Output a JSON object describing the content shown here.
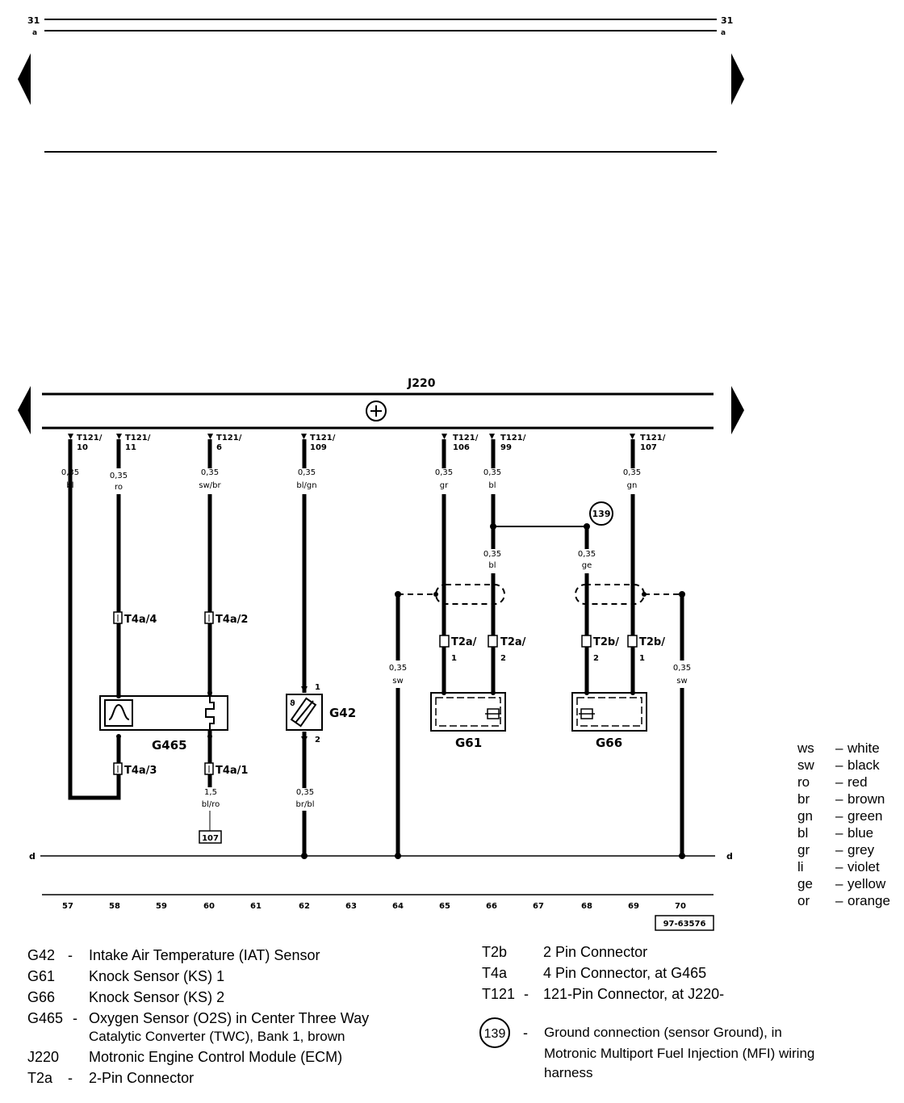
{
  "header": {
    "ref_top_left": "31",
    "ref_top_left_sub": "a",
    "ref_top_right": "31",
    "ref_top_right_sub": "a"
  },
  "diagram": {
    "module_label": "J220",
    "ground_line_left": "d",
    "ground_line_right": "d",
    "pins": [
      {
        "line1": "T121/",
        "line2": "10"
      },
      {
        "line1": "T121/",
        "line2": "11"
      },
      {
        "line1": "T121/",
        "line2": "6"
      },
      {
        "line1": "T121/",
        "line2": "109"
      },
      {
        "line1": "T121/",
        "line2": "106"
      },
      {
        "line1": "T121/",
        "line2": "99"
      },
      {
        "line1": "T121/",
        "line2": "107"
      }
    ],
    "wires": [
      {
        "size": "0,35",
        "color": "bl"
      },
      {
        "size": "0,35",
        "color": "ro"
      },
      {
        "size": "0,35",
        "color": "sw/br"
      },
      {
        "size": "0,35",
        "color": "bl/gn"
      },
      {
        "size": "0,35",
        "color": "gr"
      },
      {
        "size": "0,35",
        "color": "bl"
      },
      {
        "size": "0,35",
        "color": "gn"
      },
      {
        "size": "0,35",
        "color": "bl"
      },
      {
        "size": "0,35",
        "color": "ge"
      },
      {
        "size": "0,35",
        "color": "sw"
      },
      {
        "size": "0,35",
        "color": "sw"
      },
      {
        "size": "1,5",
        "color": "bl/ro"
      },
      {
        "size": "0,35",
        "color": "br/bl"
      }
    ],
    "connectors": {
      "t4a4": "T4a/4",
      "t4a2": "T4a/2",
      "t4a3": "T4a/3",
      "t4a1": "T4a/1",
      "t2a1": "T2a/",
      "t2a1n": "1",
      "t2a2": "T2a/",
      "t2a2n": "2",
      "t2b2": "T2b/",
      "t2b2n": "2",
      "t2b1": "T2b/",
      "t2b1n": "1"
    },
    "components": {
      "g465": "G465",
      "g42": "G42",
      "g61": "G61",
      "g66": "G66",
      "g42_pin1": "1",
      "g42_pin2": "2"
    },
    "ground_ref": "139",
    "ref_box": "107",
    "track_numbers": [
      "57",
      "58",
      "59",
      "60",
      "61",
      "62",
      "63",
      "64",
      "65",
      "66",
      "67",
      "68",
      "69",
      "70"
    ],
    "figure_id": "97-63576"
  },
  "color_codes": [
    {
      "code": "ws",
      "name": "white"
    },
    {
      "code": "sw",
      "name": "black"
    },
    {
      "code": "ro",
      "name": "red"
    },
    {
      "code": "br",
      "name": "brown"
    },
    {
      "code": "gn",
      "name": "green"
    },
    {
      "code": "bl",
      "name": "blue"
    },
    {
      "code": "gr",
      "name": "grey"
    },
    {
      "code": "li",
      "name": "violet"
    },
    {
      "code": "ge",
      "name": "yellow"
    },
    {
      "code": "or",
      "name": "orange"
    }
  ],
  "legend_left": [
    {
      "code": "G42",
      "dash": "-",
      "text": "Intake Air Temperature (IAT) Sensor"
    },
    {
      "code": "G61",
      "dash": "",
      "text": "Knock Sensor (KS) 1"
    },
    {
      "code": "G66",
      "dash": "",
      "text": "Knock Sensor (KS) 2"
    },
    {
      "code": "G465",
      "dash": "-",
      "text": "Oxygen Sensor (O2S) in Center Three Way"
    },
    {
      "code": "",
      "dash": "",
      "text": "Catalytic Converter (TWC), Bank 1, brown"
    },
    {
      "code": "J220",
      "dash": "",
      "text": "Motronic Engine Control Module (ECM)"
    },
    {
      "code": "T2a",
      "dash": "-",
      "text": "2-Pin Connector"
    }
  ],
  "legend_right": [
    {
      "code": "T2b",
      "dash": "",
      "text": "2 Pin Connector"
    },
    {
      "code": "T4a",
      "dash": "",
      "text": "4 Pin Connector, at G465"
    },
    {
      "code": "T121",
      "dash": "-",
      "text": "121-Pin Connector, at J220-"
    }
  ],
  "ground_legend": {
    "number": "139",
    "dash": "-",
    "line1": "Ground connection (sensor Ground), in",
    "line2": "Motronic Multiport Fuel Injection (MFI) wiring",
    "line3": "harness"
  }
}
